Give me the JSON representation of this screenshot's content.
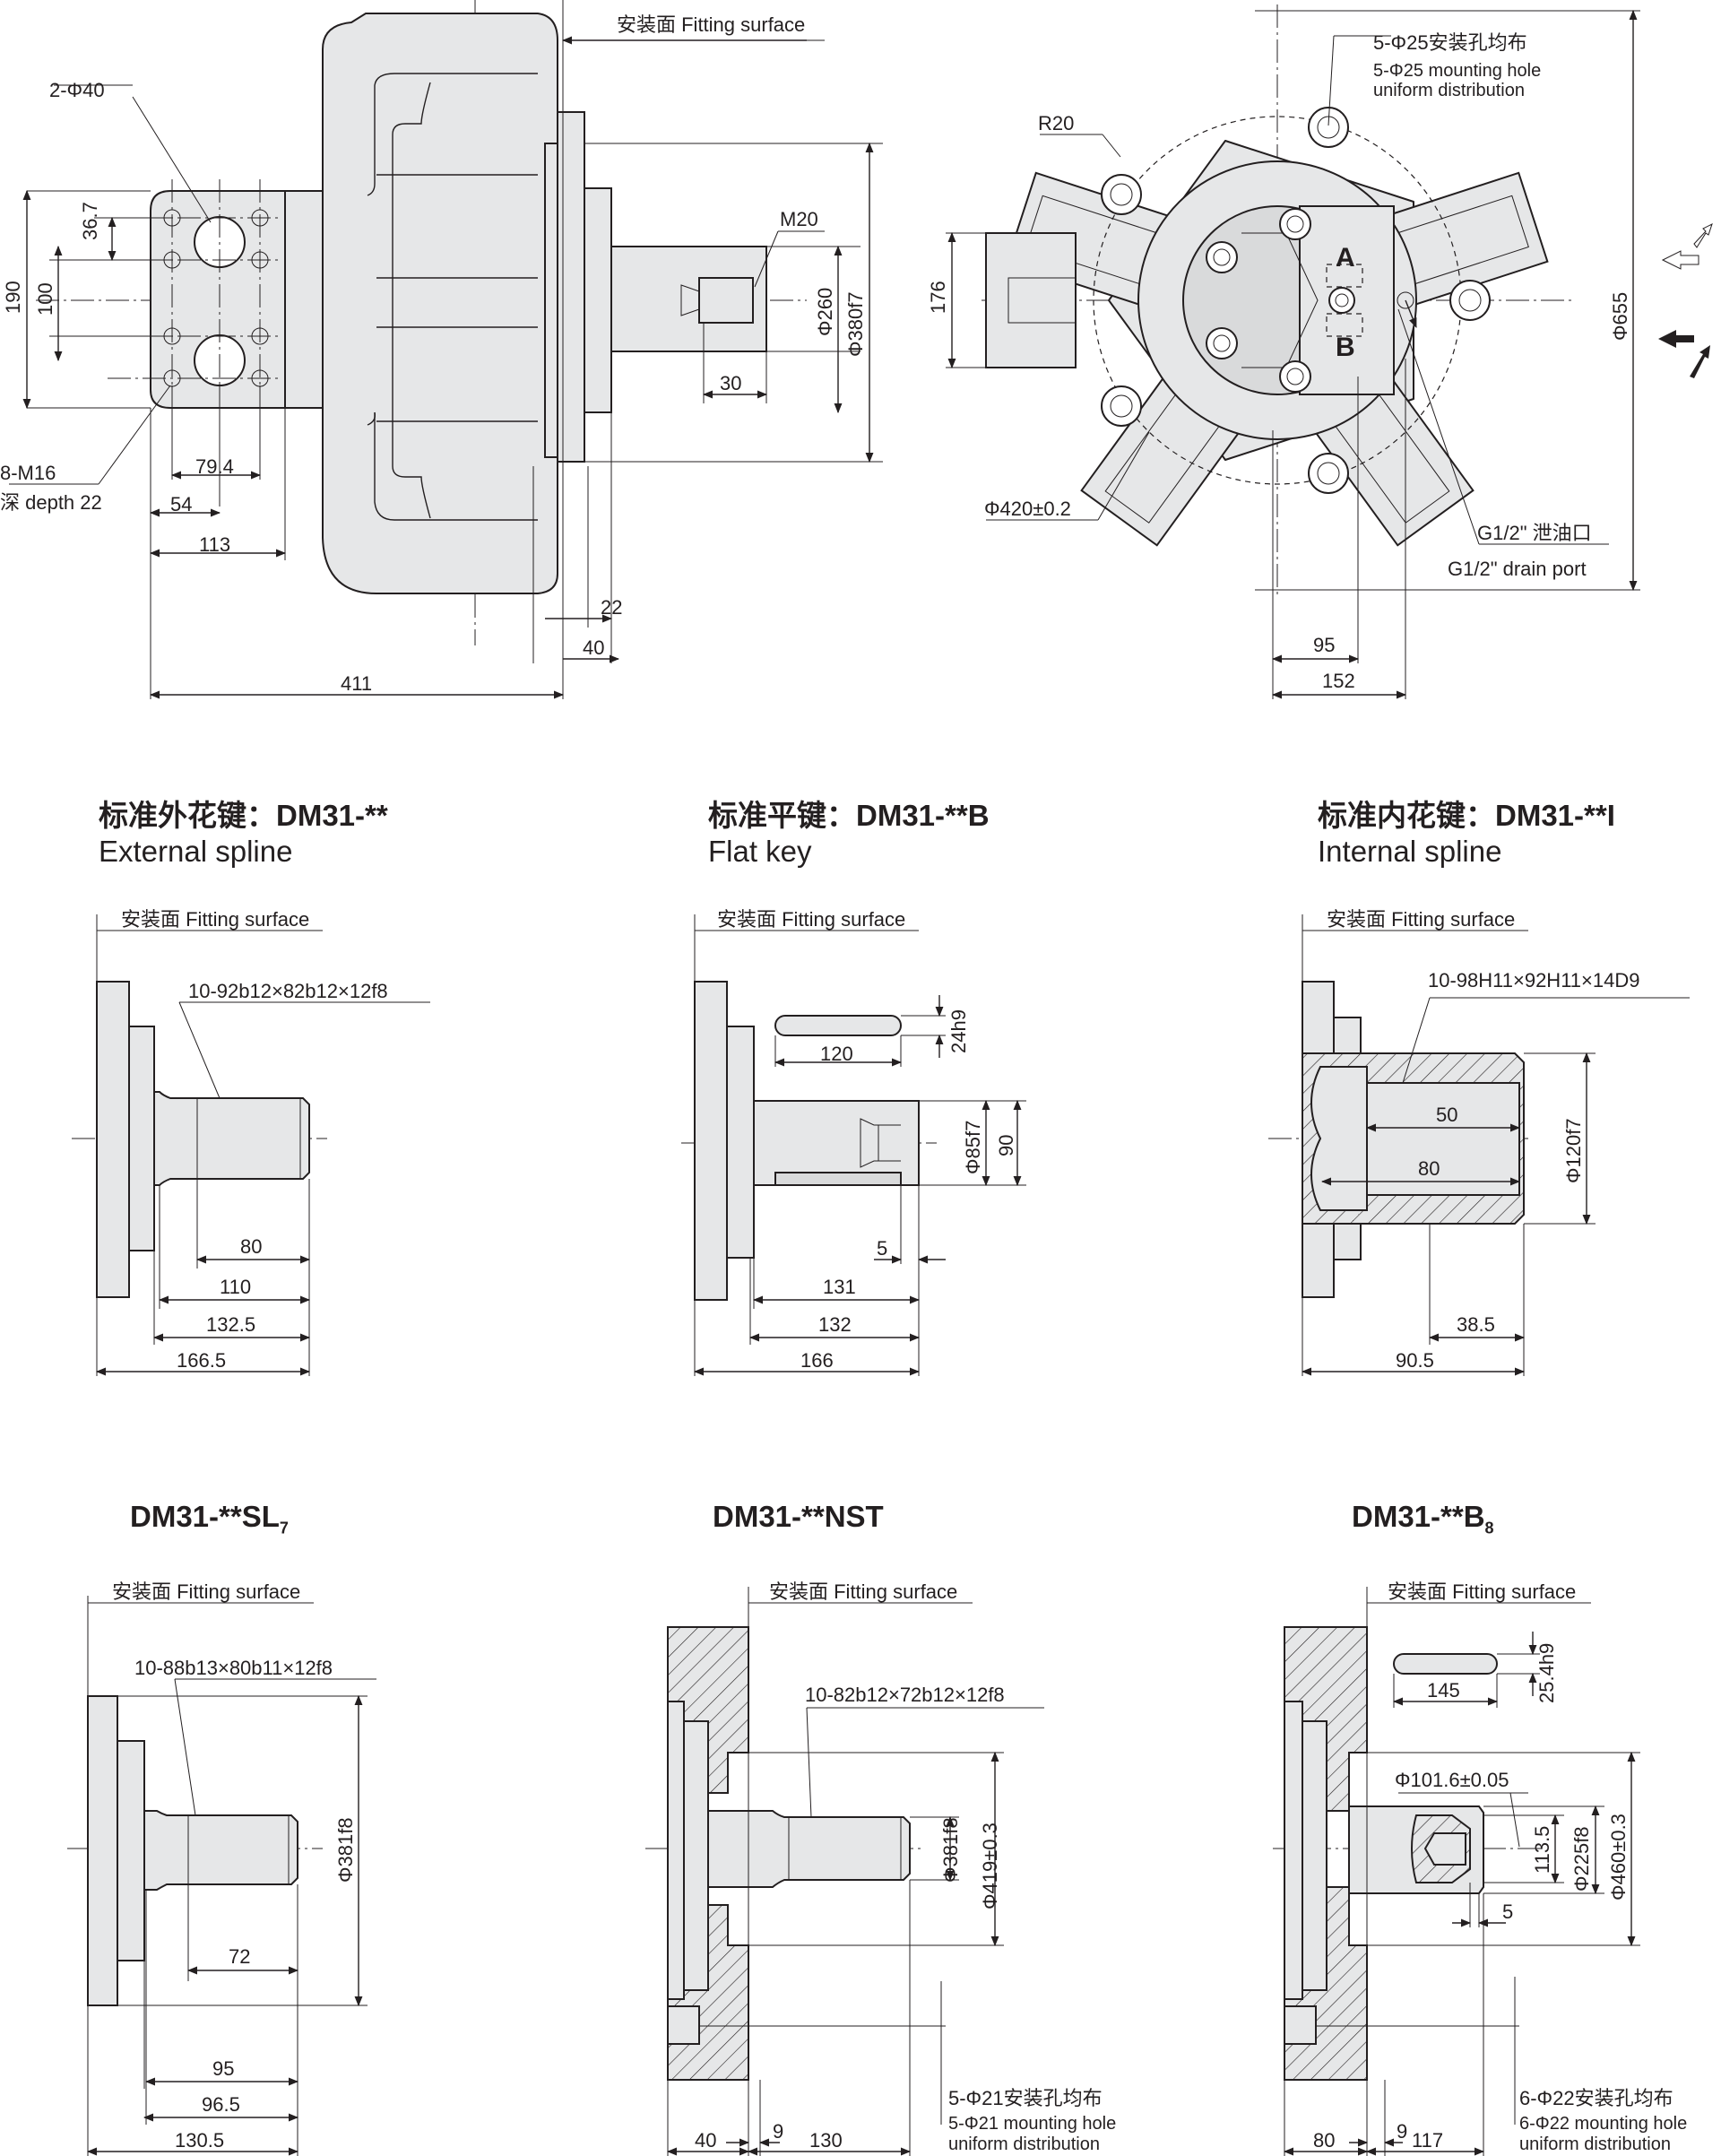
{
  "fitting_surface": "安装面 Fitting surface",
  "top_left": {
    "holes_label": "2-Φ40",
    "dim_36_7": "36.7",
    "dim_190": "190",
    "dim_100": "100",
    "thread_label": "8-M16",
    "thread_depth": "深 depth 22",
    "dim_79_4": "79.4",
    "dim_54": "54",
    "dim_113": "113",
    "dim_411": "411",
    "dim_22": "22",
    "dim_40": "40",
    "m20": "M20",
    "dim_30": "30",
    "dia_260": "Φ260",
    "dia_380": "Φ380f7"
  },
  "top_right": {
    "mount_cn": "5-Φ25安装孔均布",
    "mount_en1": "5-Φ25 mounting hole",
    "mount_en2": "uniform distribution",
    "r20": "R20",
    "dim_176": "176",
    "port_a": "A",
    "port_b": "B",
    "dia_655": "Φ655",
    "dia_420": "Φ420±0.2",
    "drain_cn": "G1/2\" 泄油口",
    "drain_en": "G1/2\" drain port",
    "dim_95": "95",
    "dim_152": "152"
  },
  "sections": [
    {
      "title_cn": "标准外花键：DM31-**",
      "title_en": "External spline"
    },
    {
      "title_cn": "标准平键：DM31-**B",
      "title_en": "Flat key"
    },
    {
      "title_cn": "标准内花键：DM31-**I",
      "title_en": "Internal spline"
    }
  ],
  "ext_spline": {
    "spec": "10-92b12×82b12×12f8",
    "d80": "80",
    "d110": "110",
    "d132": "132.5",
    "d166": "166.5"
  },
  "flat_key": {
    "d120": "120",
    "d24": "24h9",
    "d85": "Φ85f7",
    "d90": "90",
    "d5": "5",
    "d131": "131",
    "d132": "132",
    "d166": "166"
  },
  "int_spline": {
    "spec": "10-98H11×92H11×14D9",
    "d50": "50",
    "d80": "80",
    "d120": "Φ120f7",
    "d38": "38.5",
    "d90": "90.5"
  },
  "sl7": {
    "title": "DM31-**SL",
    "sub": "7",
    "spec": "10-88b13×80b11×12f8",
    "d381": "Φ381f8",
    "d72": "72",
    "d95": "95",
    "d96": "96.5",
    "d130": "130.5"
  },
  "nst": {
    "title": "DM31-**NST",
    "spec": "10-82b12×72b12×12f8",
    "d381": "Φ381f8",
    "d419": "Φ419±0.3",
    "d9": "9",
    "d40": "40",
    "d130": "130",
    "mount_cn": "5-Φ21安装孔均布",
    "mount_en1": "5-Φ21 mounting hole",
    "mount_en2": "uniform distribution"
  },
  "b8": {
    "title": "DM31-**B",
    "sub": "8",
    "d25": "25.4h9",
    "d145": "145",
    "d101": "Φ101.6±0.05",
    "d113": "113.5",
    "d225": "Φ225f8",
    "d460": "Φ460±0.3",
    "d5": "5",
    "d9": "9",
    "d80": "80",
    "d117": "117",
    "mount_cn": "6-Φ22安装孔均布",
    "mount_en1": "6-Φ22 mounting hole",
    "mount_en2": "uniform distribution"
  }
}
